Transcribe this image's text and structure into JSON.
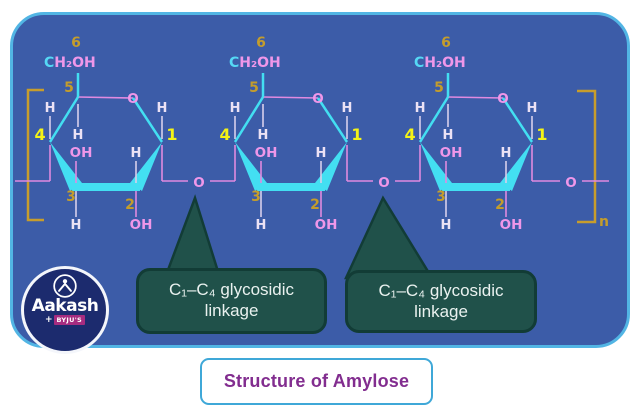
{
  "title": {
    "text": "Structure of Amylose"
  },
  "bubble": {
    "line1": "C₁–C₄ glycosidic",
    "line2": "linkage"
  },
  "ring_labels": {
    "n6": "6",
    "ch2oh_c": "C",
    "ch2oh_rest": "H₂OH",
    "n5": "5",
    "ring_o": "O",
    "h_above_c4": "H",
    "h_above_c1": "H",
    "n4": "4",
    "n1": "1",
    "h_below_c5": "H",
    "oh_above_c3": "OH",
    "h_above_c2": "H",
    "n3": "3",
    "n2": "2",
    "h_below_c3": "H",
    "oh_below_c2": "OH"
  },
  "linkage": {
    "o_label": "O",
    "repeat_n": "n"
  },
  "logo": {
    "brand": "Aakash",
    "plus": "+",
    "byjus": "BYJU'S"
  },
  "colors": {
    "panel_bg": "#3c5ca8",
    "panel_border": "#52b5e4",
    "ring_cyan": "#43dff2",
    "bond_pink": "#e08ae0",
    "bond_lavender": "#d8cfeb",
    "label_gold": "#c49d2c",
    "label_yellow": "#f4f316",
    "label_pink": "#ef97e9",
    "label_h": "#ece2f5",
    "bracket_gold": "#c79d2c",
    "bubble_bg": "#20514a",
    "bubble_border": "#123c36",
    "title_text": "#822d8f",
    "title_border": "#3fa8d8",
    "logo_bg": "#1c2b6e",
    "byjus_badge": "#a62c80"
  }
}
